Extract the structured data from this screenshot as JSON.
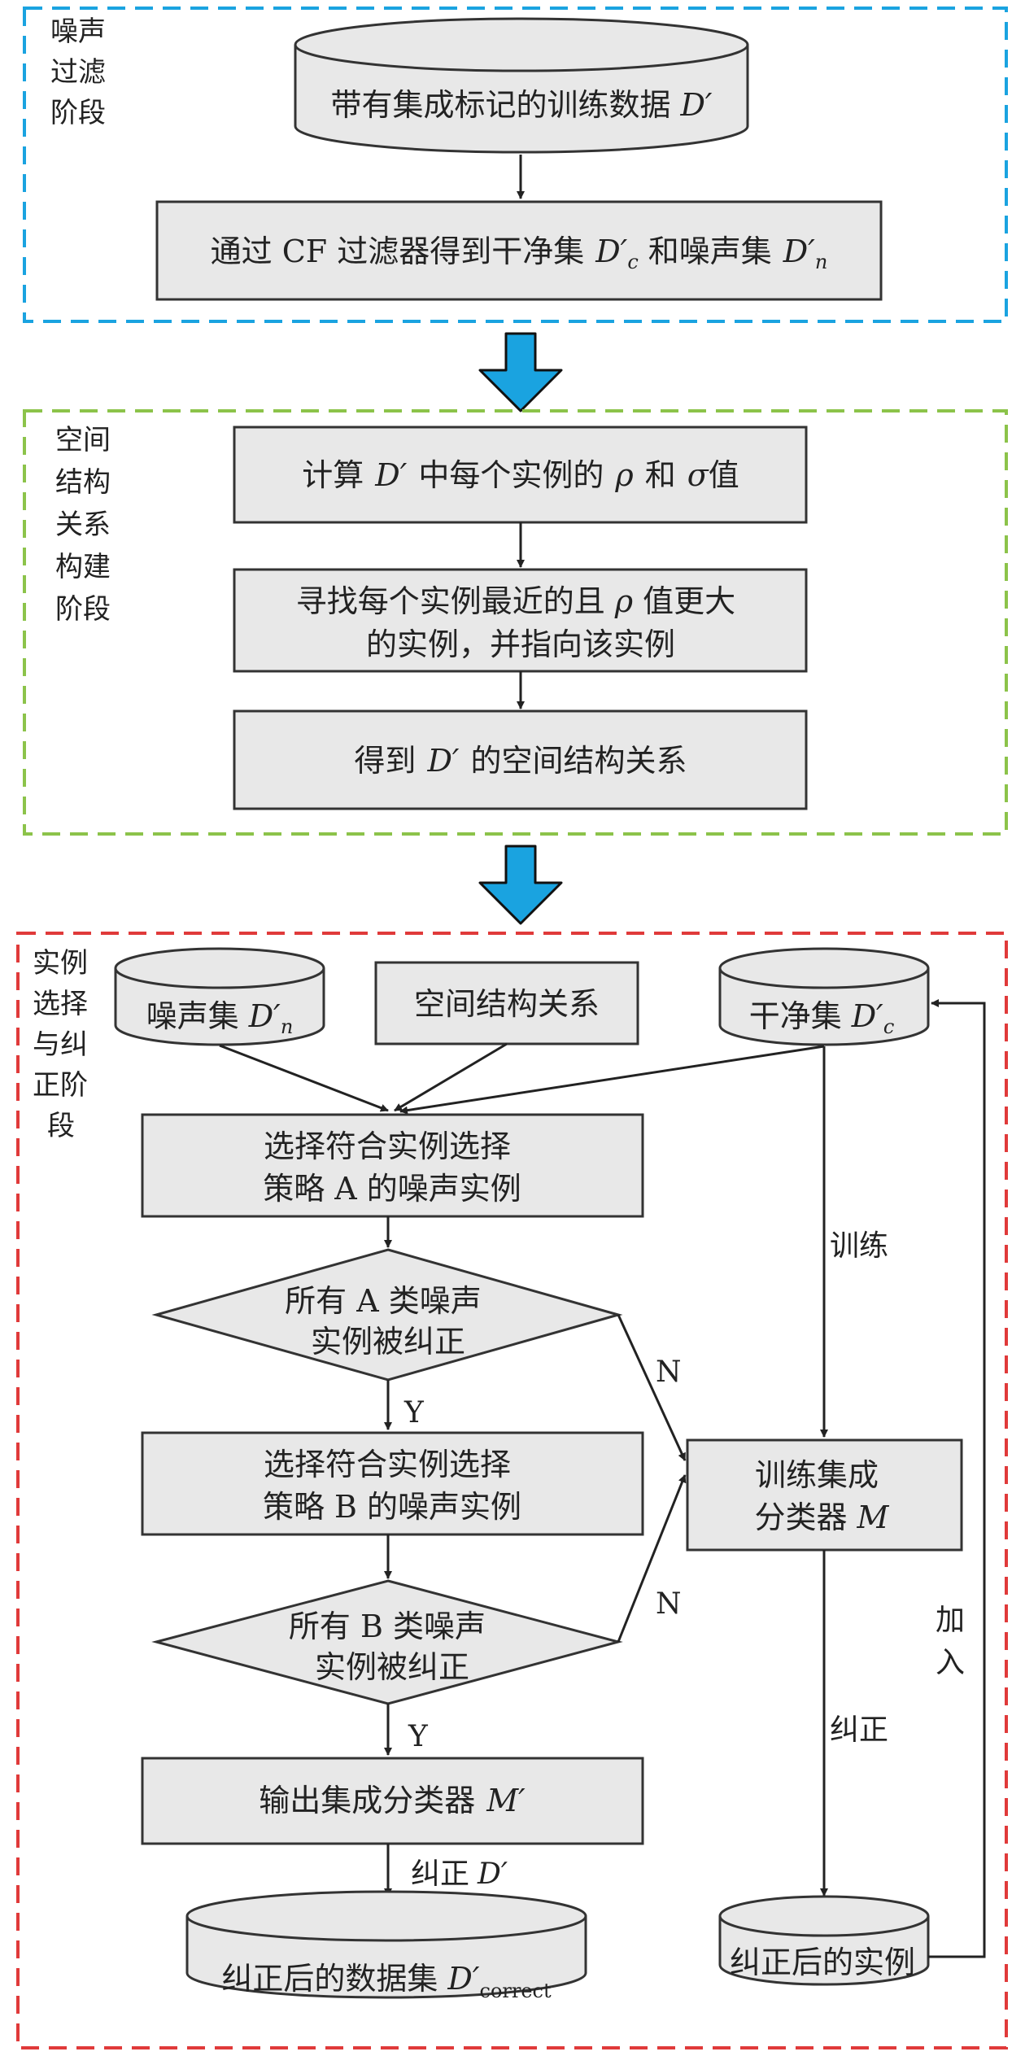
{
  "stages": {
    "noise_filter": [
      "噪声",
      "过滤",
      "阶段"
    ],
    "spatial_structure": [
      "空间",
      "结构",
      "关系",
      "构建",
      "阶段"
    ],
    "selection_correction": [
      "实例",
      "选择",
      "与纠",
      "正阶",
      "段"
    ]
  },
  "colors": {
    "stage1_border": "#1aa3e0",
    "stage2_border": "#8cc34a",
    "stage3_border": "#e03a3a",
    "box_fill": "#e8e8e8",
    "arrow_fill": "#1aa3e0"
  },
  "nodes": {
    "training_data": {
      "text": "带有集成标记的训练数据",
      "sym": "D′"
    },
    "cf_filter": {
      "pre": "通过 CF 过滤器得到干净集",
      "sym1": "D′",
      "sub1": "c",
      "mid": "和噪声集",
      "sym2": "D′",
      "sub2": "n"
    },
    "compute": {
      "pre": "计算",
      "sym": "D′",
      "mid": "中每个实例的",
      "rho": "ρ",
      "and": "和",
      "sigma": "σ",
      "post": "值"
    },
    "find_line1": {
      "pre": "寻找每个实例最近的且",
      "rho": "ρ",
      "post": "值更大"
    },
    "find_line2": "的实例，并指向该实例",
    "get_structure": {
      "pre": "得到",
      "sym": "D′",
      "post": "的空间结构关系"
    },
    "noise_set": {
      "text": "噪声集",
      "sym": "D′",
      "sub": "n"
    },
    "spatial_relation": "空间结构关系",
    "clean_set": {
      "text": "干净集",
      "sym": "D′",
      "sub": "c"
    },
    "select_a": [
      "选择符合实例选择",
      "策略 A 的噪声实例"
    ],
    "check_a": [
      "所有 A 类噪声",
      "实例被纠正"
    ],
    "select_b": [
      "选择符合实例选择",
      "策略 B 的噪声实例"
    ],
    "check_b": [
      "所有 B 类噪声",
      "实例被纠正"
    ],
    "train": {
      "line1": "训练集成",
      "line2": "分类器",
      "sym": "M"
    },
    "output": {
      "text": "输出集成分类器",
      "sym": "M′"
    },
    "corrected_data": {
      "text": "纠正后的数据集",
      "sym": "D′",
      "sub": "correct"
    },
    "corrected_instances": "纠正后的实例"
  },
  "edge_labels": {
    "yes_a": "Y",
    "no_a": "N",
    "yes_b": "Y",
    "no_b": "N",
    "train": "训练",
    "correct": "纠正",
    "add": [
      "加",
      "入"
    ],
    "correct_d": {
      "text": "纠正",
      "sym": "D′"
    }
  }
}
